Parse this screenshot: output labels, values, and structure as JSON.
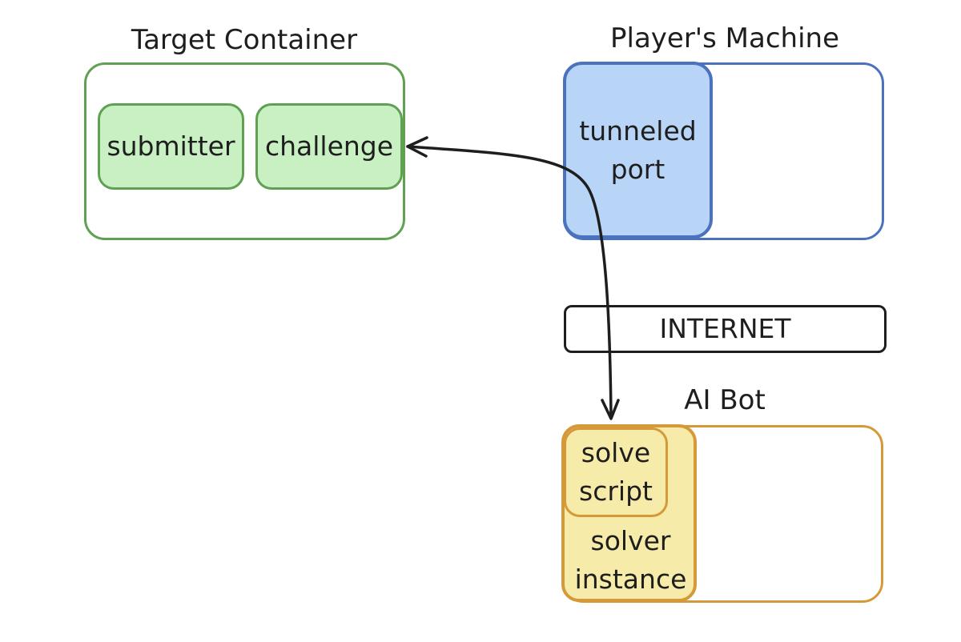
{
  "target": {
    "title": "Target Container",
    "submitter": "submitter",
    "challenge": "challenge"
  },
  "player": {
    "title": "Player's Machine",
    "tunneled_port": "tunneled\nport"
  },
  "internet": {
    "label": "INTERNET"
  },
  "bot": {
    "title": "AI Bot",
    "solve_script": "solve\nscript",
    "solver_instance": "solver\ninstance"
  },
  "colors": {
    "green": "#5fa052",
    "green_fill": "#c8f0c3",
    "blue": "#4a72bd",
    "blue_fill": "#b8d5f8",
    "orange": "#d6993a",
    "orange_fill": "#f6eba8",
    "ink": "#1e1e1e"
  }
}
